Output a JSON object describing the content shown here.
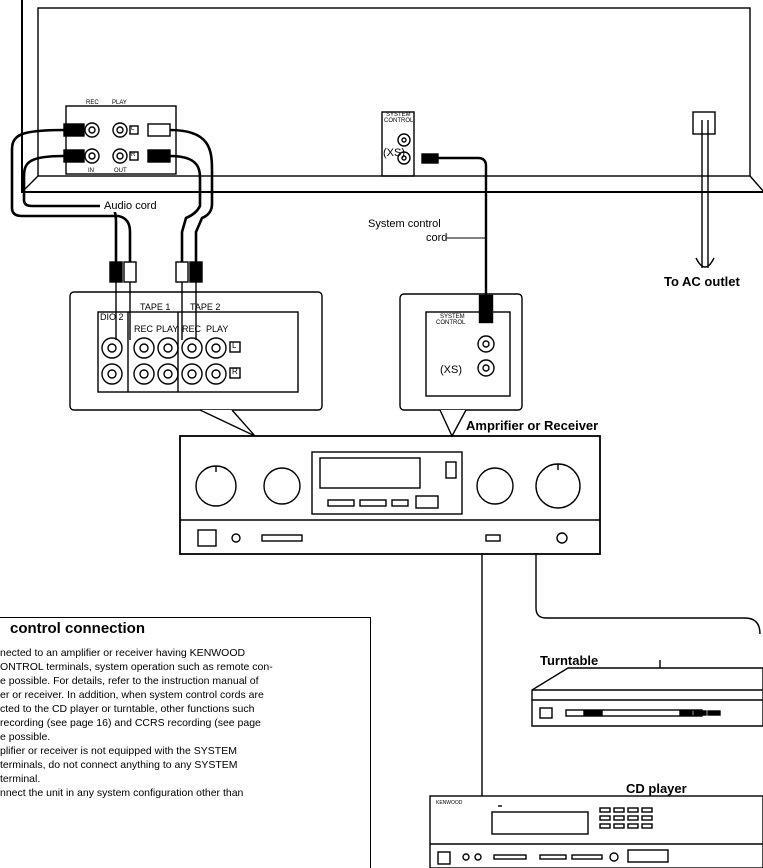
{
  "labels": {
    "audio_cord": "Audio cord",
    "system_control_cord_line1": "System control",
    "system_control_cord_line2": "cord",
    "to_ac_outlet": "To AC outlet",
    "amplifier": "Amprifier or Receiver",
    "turntable": "Turntable",
    "cd_player": "CD player"
  },
  "deck_panel": {
    "rec": "REC",
    "play": "PLAY",
    "in": "IN",
    "out": "OUT",
    "l": "L",
    "r": "R",
    "system_control_line1": "SYSTEM",
    "system_control_line2": "CONTROL",
    "xs": "(XS)"
  },
  "amp_panel": {
    "dio": "DIO 2",
    "tape1": "TAPE 1",
    "tape2": "TAPE 2",
    "rec1": "REC",
    "play1": "PLAY",
    "rec2": "REC",
    "play2": "PLAY",
    "l": "L",
    "r": "R",
    "system_control_line1": "SYSTEM",
    "system_control_line2": "CONTROL",
    "xs": "(XS)"
  },
  "cd_brand": "KENWOOD",
  "note": {
    "title": "control connection",
    "lines": [
      "nected to an amplifier or receiver having KENWOOD",
      "ONTROL terminals, system operation such as remote con-",
      "e possible. For details, refer to the instruction manual of",
      "er or receiver. In addition, when system control cords are",
      "cted to the CD player or turntable, other functions such",
      " recording (see page 16) and CCRS recording (see page",
      "e possible.",
      "plifier or receiver is not equipped with the SYSTEM",
      " terminals, do not connect anything to any SYSTEM",
      "terminal.",
      "nnect the unit in any system configuration other than"
    ]
  }
}
